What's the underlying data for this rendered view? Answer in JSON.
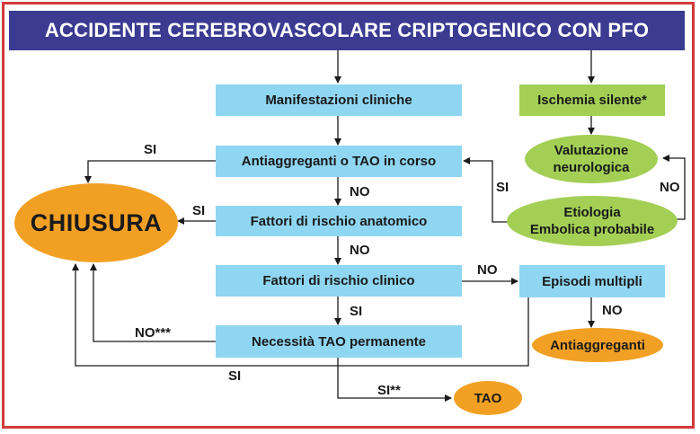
{
  "title": "ACCIDENTE CEREBROVASCOLARE CRIPTOGENICO CON PFO",
  "nodes": {
    "manifestazioni": "Manifestazioni cliniche",
    "antiaggreganti_tao": "Antiaggreganti o TAO in corso",
    "rischio_anatomico": "Fattori di rischio anatomico",
    "rischio_clinico": "Fattori di rischio clinico",
    "tao_permanente": "Necessità TAO permanente",
    "ischemia": "Ischemia silente*",
    "valutazione_line1": "Valutazione",
    "valutazione_line2": "neurologica",
    "etiologia_line1": "Etiologia",
    "etiologia_line2": "Embolica probabile",
    "episodi": "Episodi multipli",
    "chiusura": "CHIUSURA",
    "antiaggreganti": "Antiaggreganti",
    "tao": "TAO"
  },
  "labels": {
    "si_top": "SI",
    "no_1": "NO",
    "si_anat": "SI",
    "no_2": "NO",
    "no_clin": "NO",
    "si_clin": "SI",
    "no_stars": "NO***",
    "si_bottom": "SI",
    "si_stars": "SI**",
    "si_right": "SI",
    "no_right": "NO",
    "no_episodi": "NO"
  },
  "colors": {
    "title_bg": "#3a3b91",
    "border": "#d23a3a",
    "blue_box": "#8fd6f2",
    "green_box": "#a3cf55",
    "orange": "#f2a024"
  }
}
